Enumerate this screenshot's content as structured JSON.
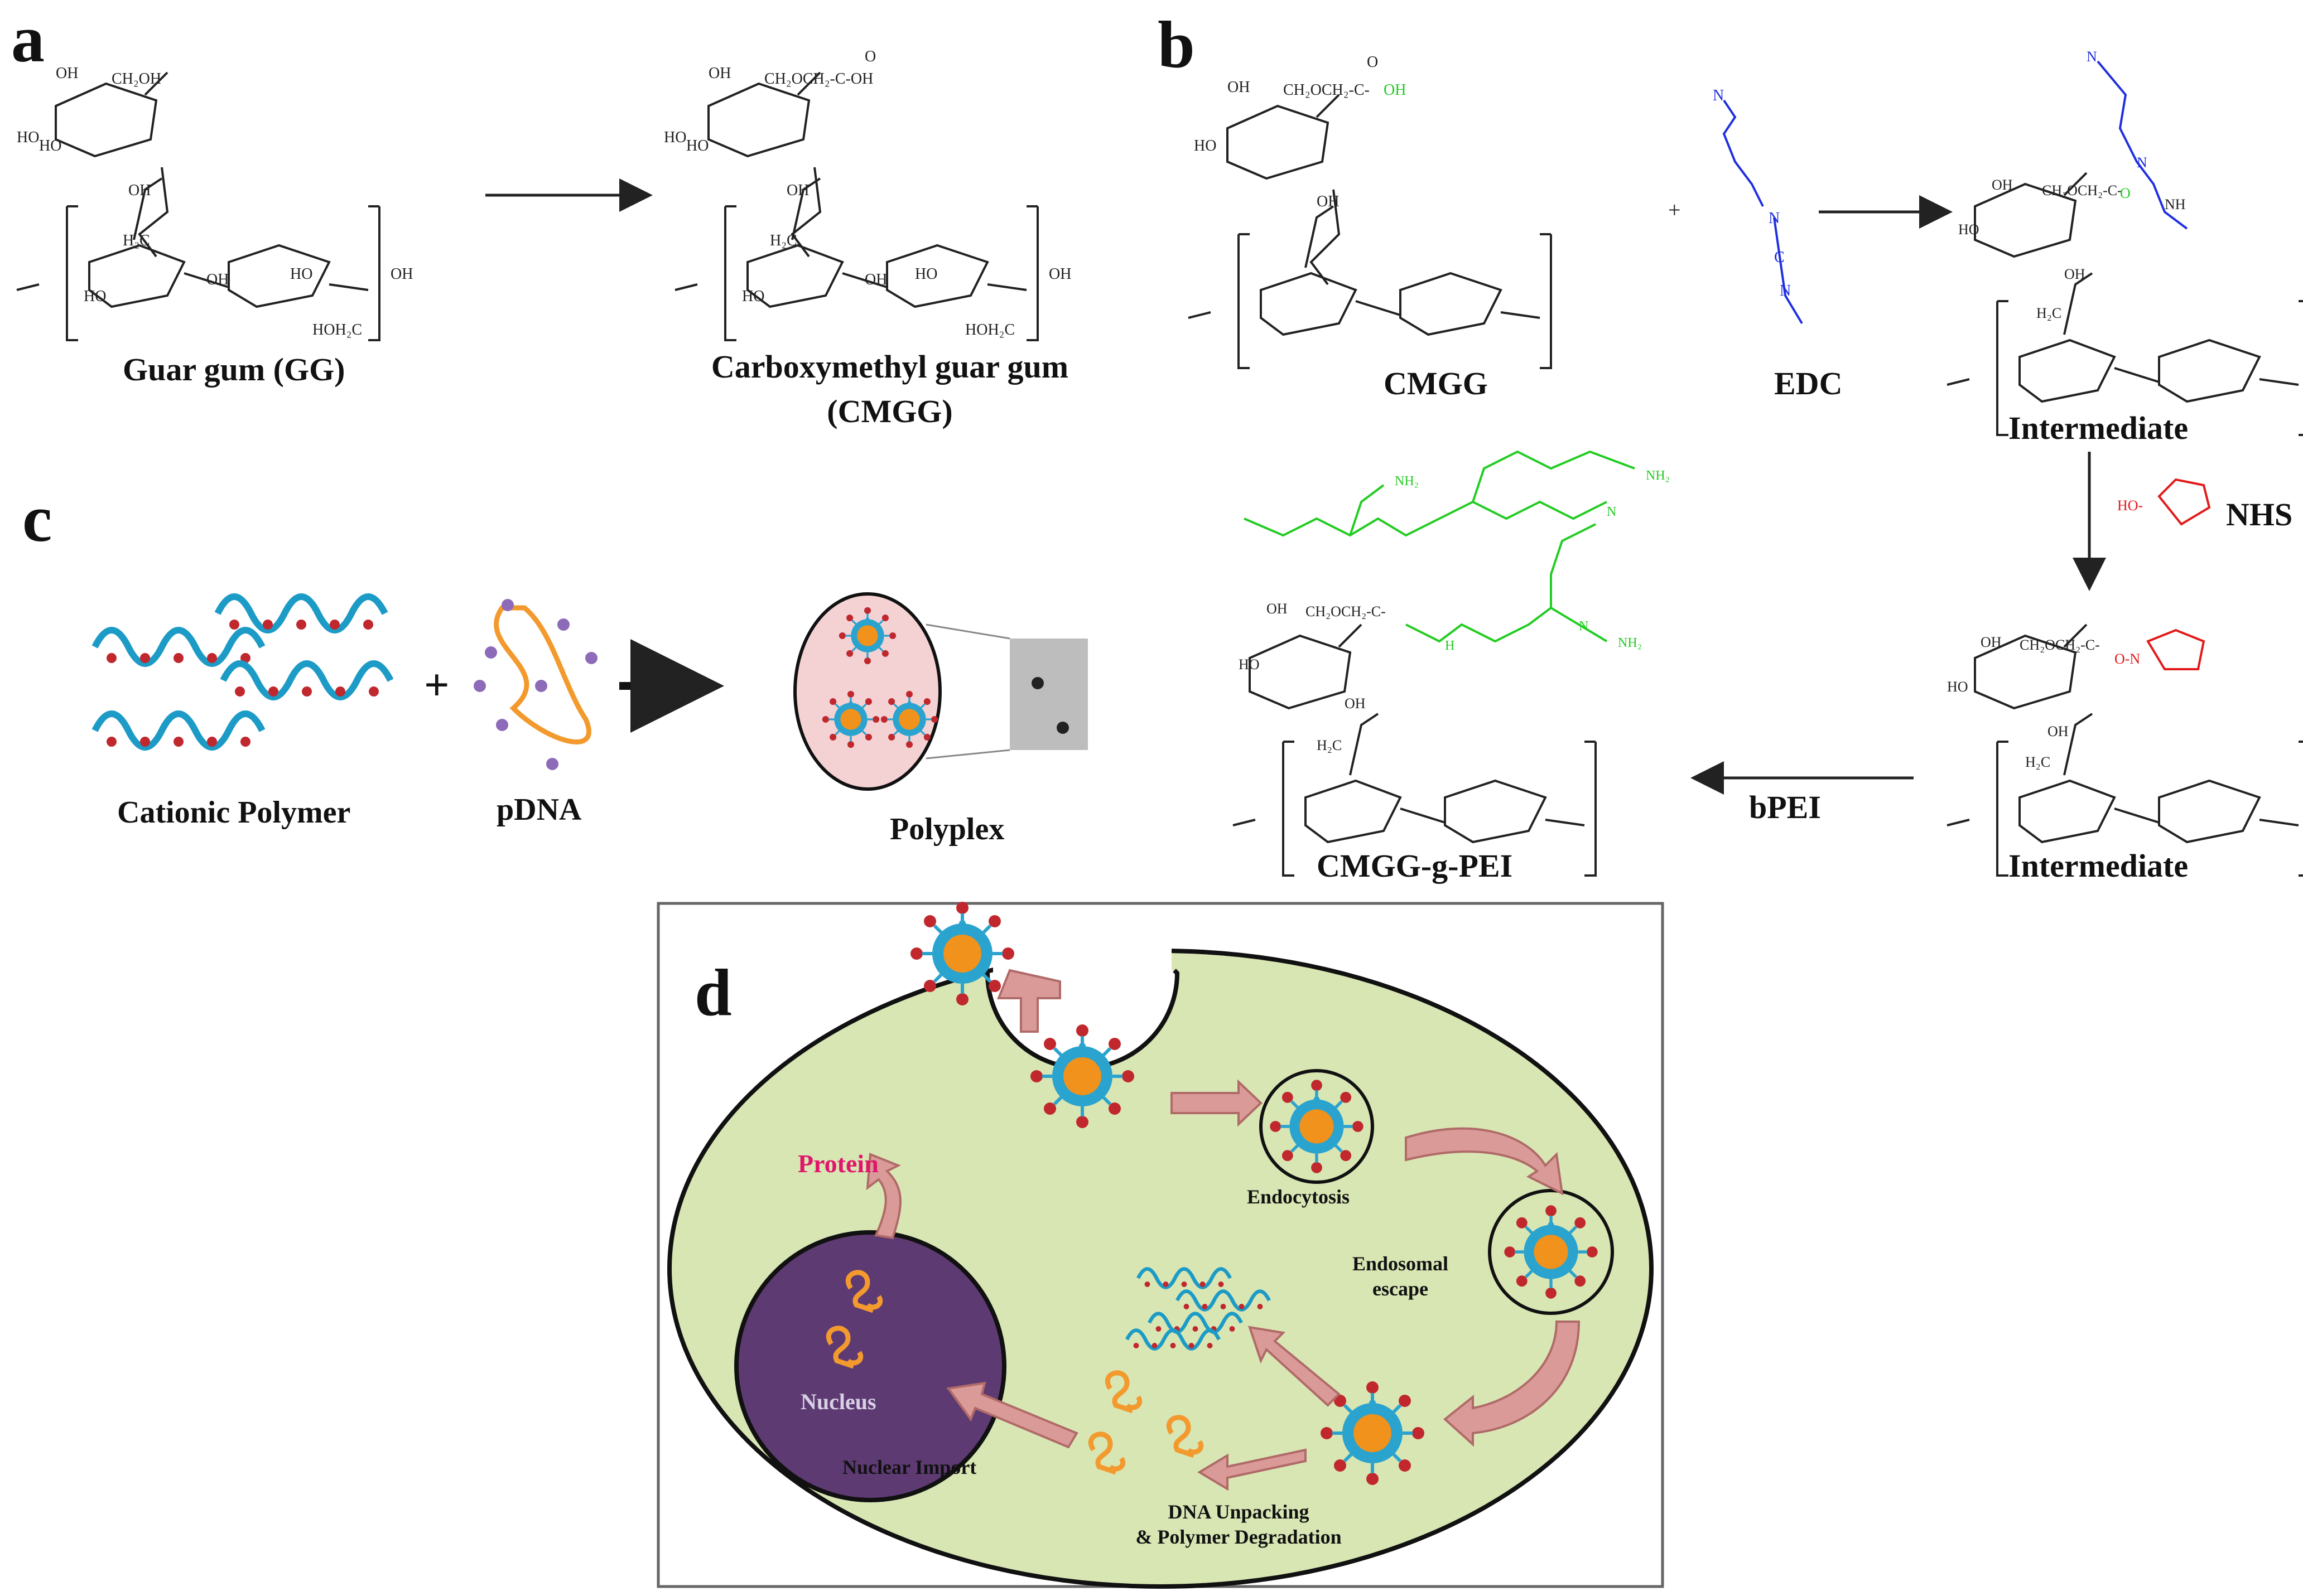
{
  "panels": {
    "a": {
      "label": "a",
      "guar_gum": "Guar gum (GG)",
      "cmgg_line1": "Carboxymethyl guar gum",
      "cmgg_line2": "(CMGG)"
    },
    "b": {
      "label": "b",
      "cmgg": "CMGG",
      "edc": "EDC",
      "intermediate_1": "Intermediate",
      "nhs": "NHS",
      "intermediate_2": "Intermediate",
      "bpei": "bPEI",
      "product": "CMGG-g-PEI"
    },
    "c": {
      "label": "c",
      "cationic_polymer": "Cationic Polymer",
      "pdna": "pDNA",
      "polyplex": "Polyplex"
    },
    "d": {
      "label": "d",
      "protein": "Protein",
      "endocytosis": "Endocytosis",
      "endosomal_line1": "Endosomal",
      "endosomal_line2": "escape",
      "nucleus": "Nucleus",
      "nuclear_import": "Nuclear Import",
      "unpack_line1": "DNA Unpacking",
      "unpack_line2": "& Polymer Degradation"
    }
  },
  "colors": {
    "membrane": "#d8e6b4",
    "nucleus": "#5e3a73",
    "arrow_fill": "#d99a98",
    "arrow_stroke": "#b06a68",
    "protein_text": "#e0166c",
    "particle_core": "#f0921c",
    "particle_shell": "#2aa3cf",
    "charge_dot": "#c0282e",
    "dna_orange": "#f39a2e",
    "green_chem": "#22cc22",
    "blue_chem": "#1f2fe0",
    "red_chem": "#e21a1a"
  }
}
